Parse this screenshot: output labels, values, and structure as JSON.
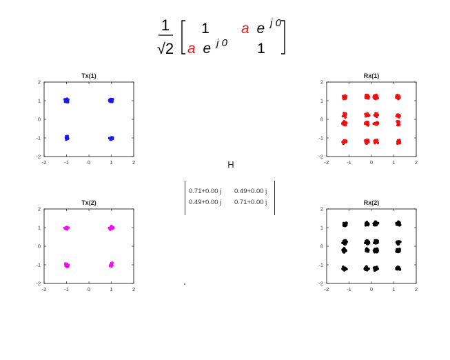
{
  "formula": {
    "prefix_numerator": "1",
    "prefix_denominator": "√2",
    "row1": [
      "1",
      "a e^{j 0}"
    ],
    "row2": [
      "a e^{j 0}",
      "1"
    ],
    "symbol_a": "a",
    "symbol_e": "e",
    "exponent": "j 0",
    "highlight_color": "#e8191b"
  },
  "h_panel": {
    "title": "H",
    "matrix": [
      [
        "0.71+0.00 j",
        "0.49+0.00 j"
      ],
      [
        "0.49+0.00 j",
        "0.71+0.00 j"
      ]
    ]
  },
  "chart_data": [
    {
      "type": "scatter",
      "title": "Tx(1)",
      "color": "#1a1aee",
      "xlim": [
        -2,
        2
      ],
      "ylim": [
        -2,
        2
      ],
      "xticks": [
        "-2",
        "-1",
        "0",
        "1",
        "2"
      ],
      "yticks": [
        "2",
        "1",
        "0",
        "-1",
        "-2"
      ],
      "grid": false,
      "series": [
        {
          "points": [
            [
              -1,
              1
            ],
            [
              1,
              1
            ],
            [
              -1,
              -1
            ],
            [
              1,
              -1
            ]
          ]
        }
      ]
    },
    {
      "type": "scatter",
      "title": "Rx(1)",
      "color": "#ee1111",
      "xlim": [
        -2,
        2
      ],
      "ylim": [
        -2,
        2
      ],
      "xticks": [
        "-2",
        "-1",
        "0",
        "1",
        "2"
      ],
      "yticks": [
        "2",
        "1",
        "0",
        "-1",
        "-2"
      ],
      "grid": false,
      "series": [
        {
          "points": [
            [
              -1.2,
              1.2
            ],
            [
              -0.2,
              1.2
            ],
            [
              0.2,
              1.2
            ],
            [
              1.2,
              1.2
            ],
            [
              -1.2,
              0.22
            ],
            [
              -0.2,
              0.22
            ],
            [
              0.2,
              0.22
            ],
            [
              1.2,
              0.22
            ],
            [
              -1.2,
              -0.22
            ],
            [
              -0.2,
              -0.22
            ],
            [
              0.2,
              -0.22
            ],
            [
              1.2,
              -0.22
            ],
            [
              -1.2,
              -1.2
            ],
            [
              -0.2,
              -1.2
            ],
            [
              0.2,
              -1.2
            ],
            [
              1.2,
              -1.2
            ]
          ]
        }
      ]
    },
    {
      "type": "scatter",
      "title": "Tx(2)",
      "color": "#ee11ee",
      "xlim": [
        -2,
        2
      ],
      "ylim": [
        -2,
        2
      ],
      "xticks": [
        "-2",
        "-1",
        "0",
        "1",
        "2"
      ],
      "yticks": [
        "2",
        "1",
        "0",
        "-1",
        "-2"
      ],
      "grid": false,
      "series": [
        {
          "points": [
            [
              -1,
              1
            ],
            [
              1,
              1
            ],
            [
              -1,
              -1
            ],
            [
              1,
              -1
            ]
          ]
        }
      ]
    },
    {
      "type": "scatter",
      "title": "Rx(2)",
      "color": "#000000",
      "xlim": [
        -2,
        2
      ],
      "ylim": [
        -2,
        2
      ],
      "xticks": [
        "-2",
        "-1",
        "0",
        "1",
        "2"
      ],
      "yticks": [
        "2",
        "1",
        "0",
        "-1",
        "-2"
      ],
      "grid": false,
      "series": [
        {
          "points": [
            [
              -1.2,
              1.2
            ],
            [
              -0.2,
              1.2
            ],
            [
              0.2,
              1.2
            ],
            [
              1.2,
              1.2
            ],
            [
              -1.2,
              0.22
            ],
            [
              -0.2,
              0.22
            ],
            [
              0.2,
              0.22
            ],
            [
              1.2,
              0.22
            ],
            [
              -1.2,
              -0.22
            ],
            [
              -0.2,
              -0.22
            ],
            [
              0.2,
              -0.22
            ],
            [
              1.2,
              -0.22
            ],
            [
              -1.2,
              -1.2
            ],
            [
              -0.2,
              -1.2
            ],
            [
              0.2,
              -1.2
            ],
            [
              1.2,
              -1.2
            ]
          ]
        }
      ]
    }
  ]
}
